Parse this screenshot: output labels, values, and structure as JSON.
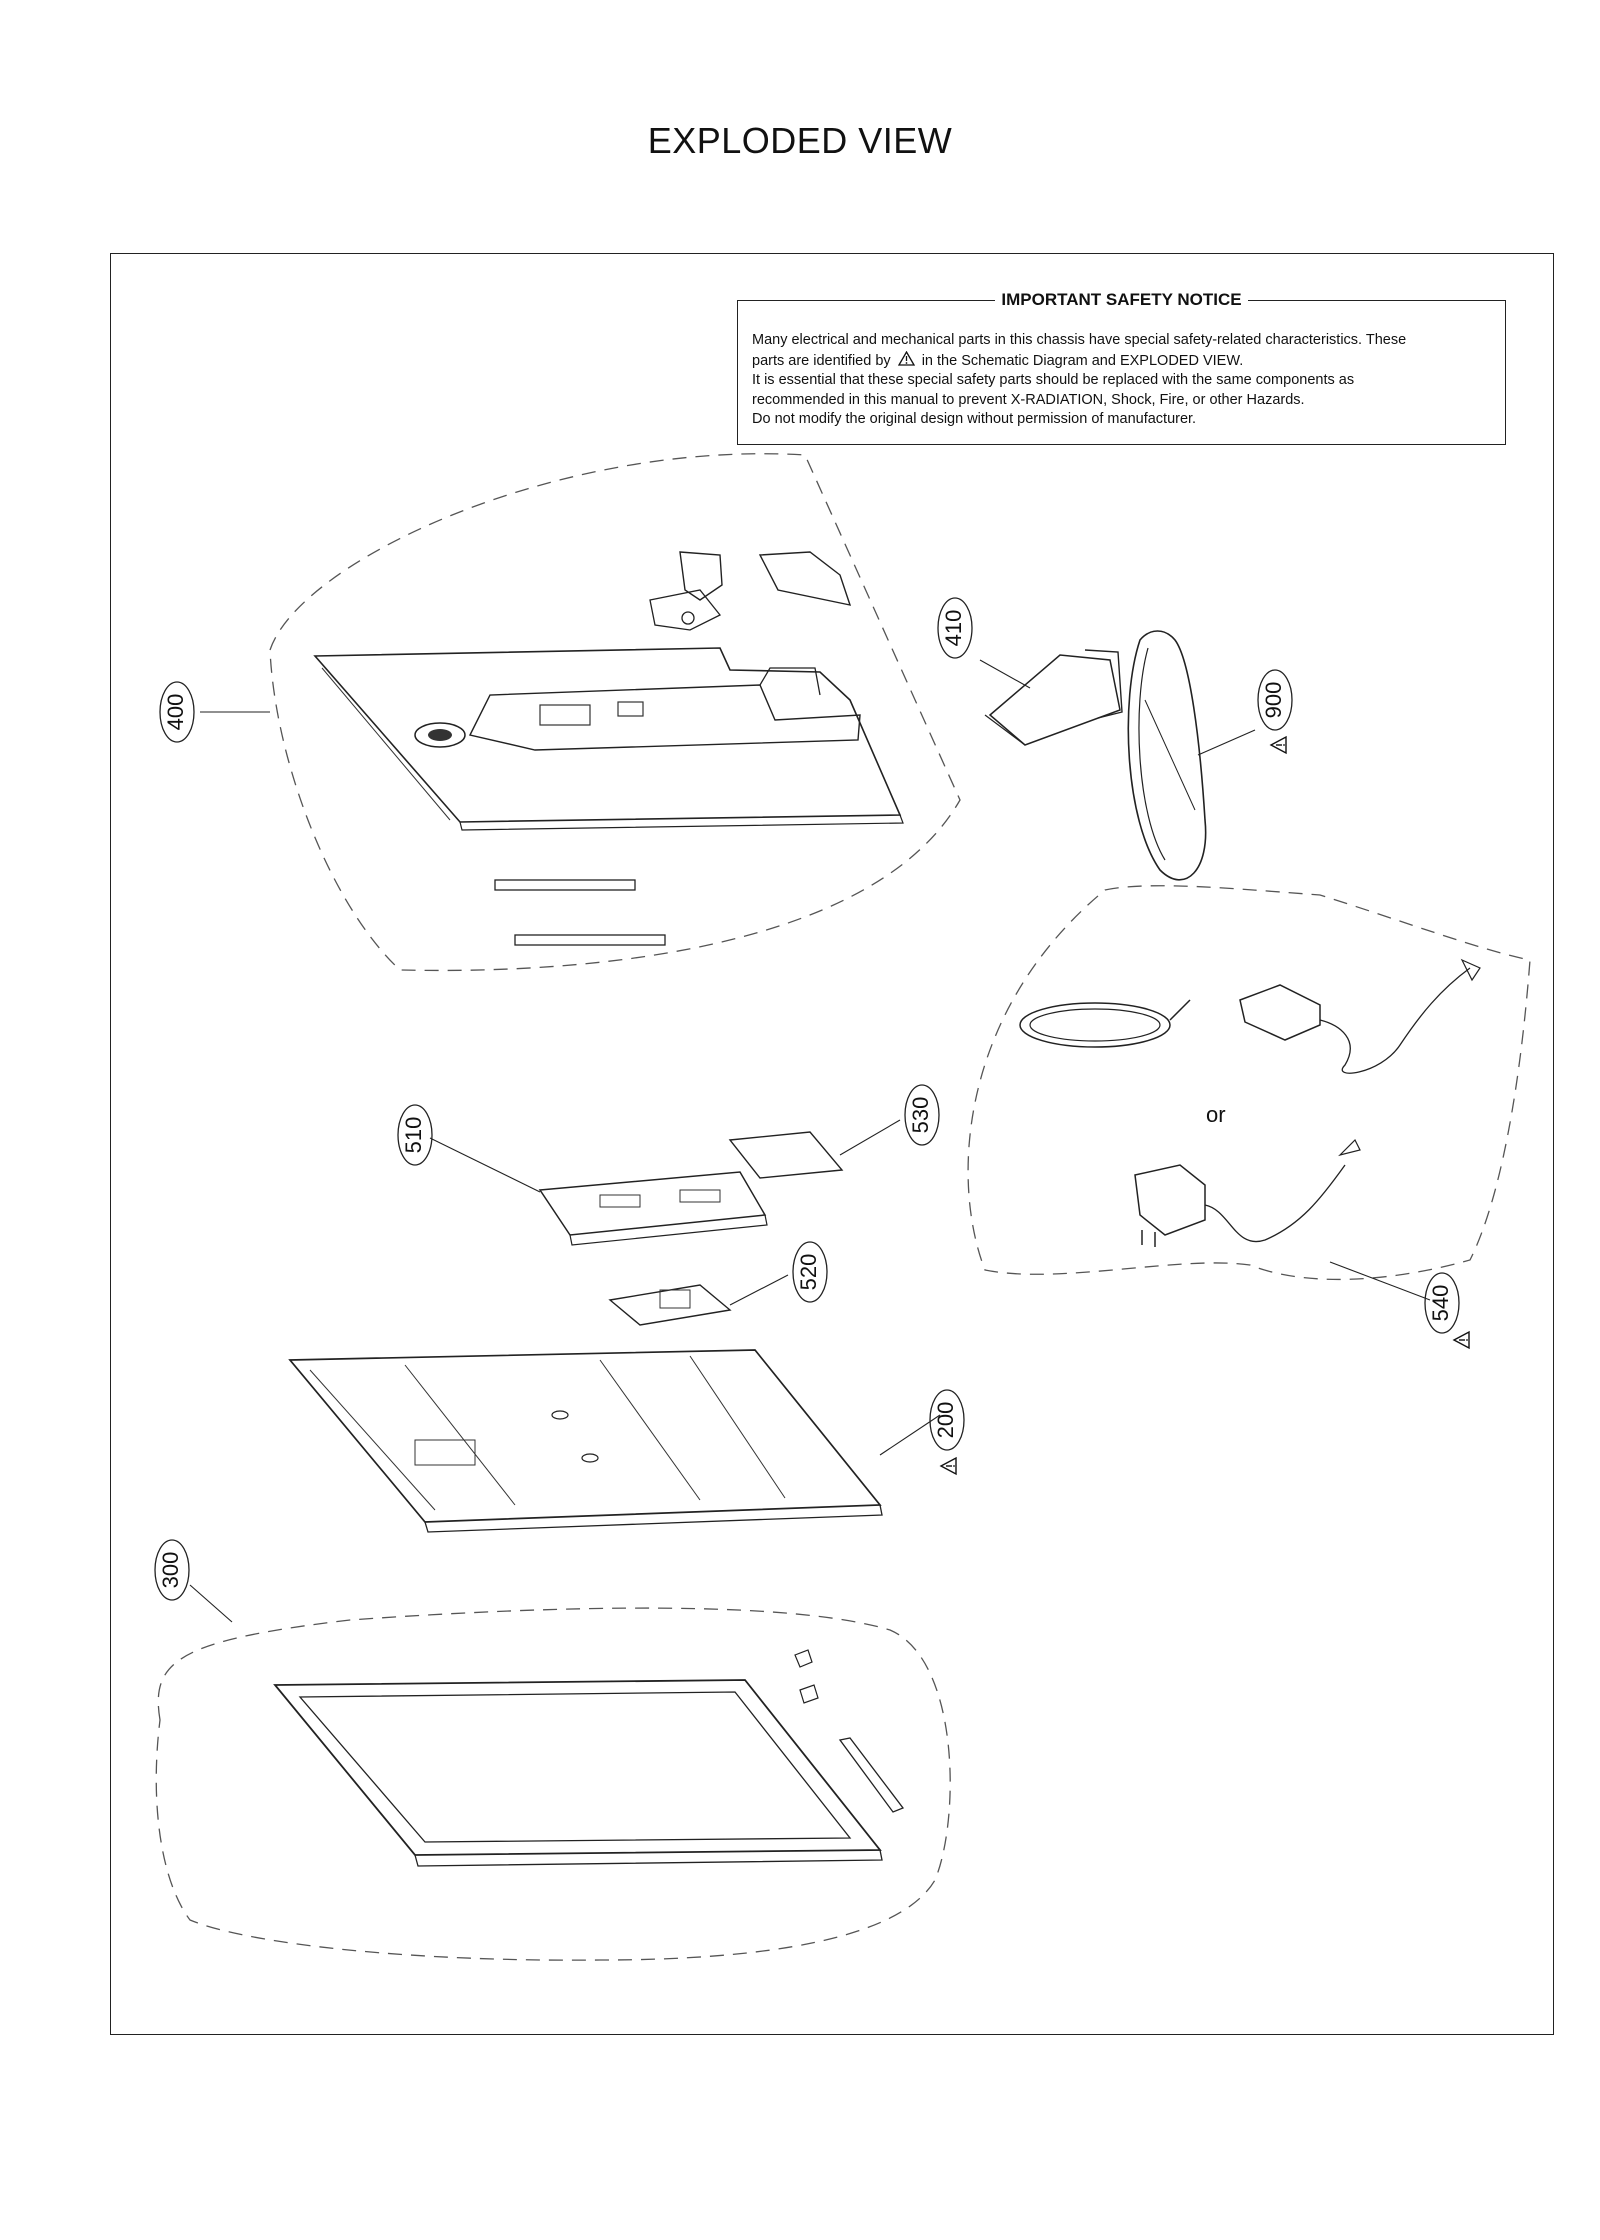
{
  "title": "EXPLODED VIEW",
  "safety_notice": {
    "heading": "IMPORTANT SAFETY NOTICE",
    "line1": "Many electrical and mechanical parts in this chassis have special safety-related characteristics. These",
    "line2_before": "parts are identified by",
    "line2_after": "in the Schematic Diagram and EXPLODED VIEW.",
    "line3": "It is essential that these special safety parts should be replaced with the same components as",
    "line4": "recommended in this manual to prevent X-RADIATION, Shock, Fire, or other Hazards.",
    "line5": "Do not modify the original design without permission of manufacturer."
  },
  "parts": {
    "p400": "400",
    "p410": "410",
    "p900": "900",
    "p510": "510",
    "p530": "530",
    "p520": "520",
    "p540": "540",
    "p200": "200",
    "p300": "300"
  },
  "or_label": "or"
}
